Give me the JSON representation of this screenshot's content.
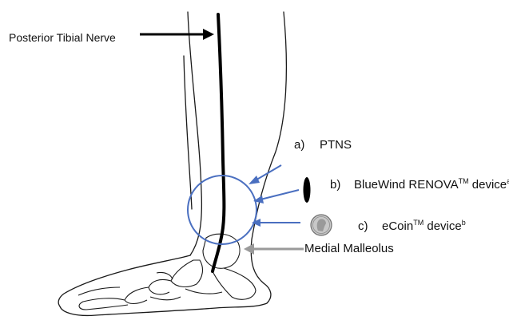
{
  "labels": {
    "nerve": "Posterior Tibial Nerve",
    "a": {
      "marker": "a)",
      "text": "PTNS"
    },
    "b": {
      "marker": "b)",
      "name": "BlueWind RENOVA",
      "tm": "TM",
      "suffix": " device",
      "note": "a"
    },
    "c": {
      "marker": "c)",
      "name": "eCoin",
      "tm": "TM",
      "suffix": " device",
      "note": "b"
    },
    "malleolus": "Medial Malleolus"
  },
  "colors": {
    "outline": "#1a1a1a",
    "blue_arrow": "#4a6fc0",
    "blue_circle": "#4a6fc0",
    "gray_arrow": "#9a9a9a",
    "nerve_arrow": "#000000",
    "coin": "#c8c8c8"
  },
  "icons": {
    "renova_device": "black-ellipse",
    "ecoin_device": "coin-nickel"
  }
}
